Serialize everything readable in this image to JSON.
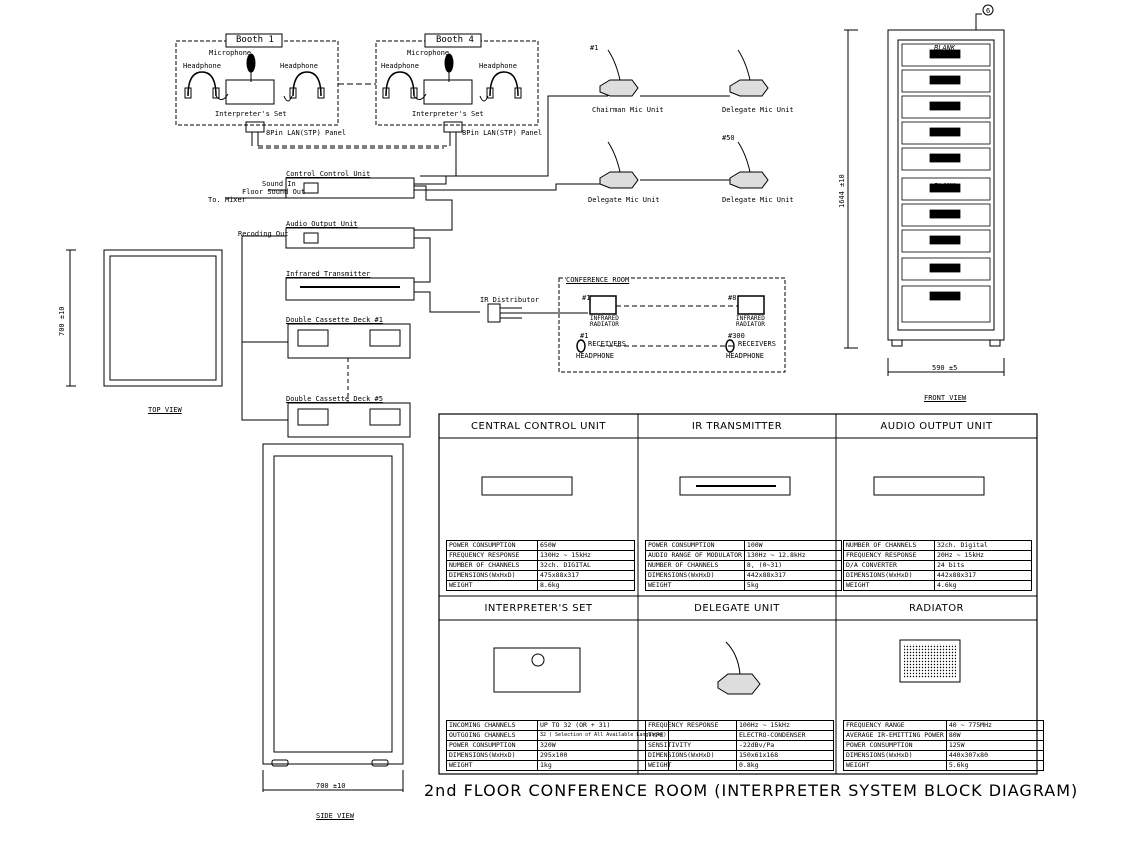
{
  "booths": {
    "booth1": "Booth 1",
    "booth4": "Booth 4",
    "microphone": "Microphone",
    "headphone": "Headphone",
    "interpreters_set": "Interpreter's Set",
    "lan_panel": "8Pin LAN(STP) Panel"
  },
  "units": {
    "control_unit": "Control Control Unit",
    "sound_in": "Sound In",
    "floor_sound_out": "Floor Sound Out",
    "to_mixer": "To. Mixer",
    "audio_output": "Audio Output Unit",
    "recording_out": "Recoding Out",
    "infrared_transmitter": "Infrared Transmitter",
    "cassette1": "Double Cassette Deck #1",
    "cassette5": "Double Cassette Deck #5",
    "ir_distributor": "IR Distributor"
  },
  "mics": {
    "chairman_no": "#1",
    "chairman": "Chairman Mic Unit",
    "delegate_top": "Delegate Mic Unit",
    "delegate_left": "Delegate Mic Unit",
    "delegate_right_no": "#50",
    "delegate_right": "Delegate Mic Unit"
  },
  "conference_room": {
    "label": "CONFERENCE ROOM",
    "r1_no": "#1",
    "r2_no": "#8",
    "radiator": "INFRARED RADIATOR",
    "rx1_no": "#1",
    "rx2_no": "#300",
    "receivers": "RECEIVERS",
    "headphone": "HEADPHONE"
  },
  "rack": {
    "callout": "6",
    "height_dim": "1644 ±10",
    "width_dim": "590 ±5",
    "front_view": "FRONT VIEW",
    "blank": "BLANK"
  },
  "top_view": {
    "dim": "700 ±10",
    "label": "TOP VIEW"
  },
  "side_view": {
    "dim": "700 ±10",
    "label": "SIDE VIEW"
  },
  "specs": [
    {
      "title": "CENTRAL CONTROL UNIT",
      "rows": [
        [
          "POWER CONSUMPTION",
          "650W"
        ],
        [
          "FREQUENCY RESPONSE",
          "130Hz ~ 15kHz"
        ],
        [
          "NUMBER OF CHANNELS",
          "32ch. DIGITAL"
        ],
        [
          "DIMENSIONS(WxHxD)",
          "475x88x317"
        ],
        [
          "WEIGHT",
          "8.6kg"
        ]
      ]
    },
    {
      "title": "IR TRANSMITTER",
      "rows": [
        [
          "POWER CONSUMPTION",
          "100W"
        ],
        [
          "AUDIO RANGE OF MODULATOR",
          "130Hz ~ 12.8kHz"
        ],
        [
          "NUMBER OF CHANNELS",
          "8, (0~31)"
        ],
        [
          "DIMENSIONS(WxHxD)",
          "442x88x317"
        ],
        [
          "WEIGHT",
          "5kg"
        ]
      ]
    },
    {
      "title": "AUDIO OUTPUT UNIT",
      "rows": [
        [
          "NUMBER OF CHANNELS",
          "32ch. Digital"
        ],
        [
          "FREQUENCY RESPONSE",
          "20Hz ~ 15kHz"
        ],
        [
          "D/A CONVERTER",
          "24 bits"
        ],
        [
          "DIMENSIONS(WxHxD)",
          "442x88x317"
        ],
        [
          "WEIGHT",
          "4.6kg"
        ]
      ]
    },
    {
      "title": "INTERPRETER'S SET",
      "rows": [
        [
          "INCOMING CHANNELS",
          "UP TO 32 (OR + 31)"
        ],
        [
          "OUTGOING CHANNELS",
          "32 ( Selection of All Available Languages)"
        ],
        [
          "POWER CONSUMPTION",
          "320W"
        ],
        [
          "DIMENSIONS(WxHxD)",
          "295x100"
        ],
        [
          "WEIGHT",
          "1kg"
        ]
      ]
    },
    {
      "title": "DELEGATE UNIT",
      "rows": [
        [
          "FREQUENCY RESPONSE",
          "100Hz ~ 15kHz"
        ],
        [
          "TYPE",
          "ELECTRO-CONDENSER"
        ],
        [
          "SENSITIVITY",
          "-22dBv/Pa"
        ],
        [
          "DIMENSIONS(WxHxD)",
          "150x61x168"
        ],
        [
          "WEIGHT",
          "0.8kg"
        ]
      ]
    },
    {
      "title": "RADIATOR",
      "rows": [
        [
          "FREQUENCY RANGE",
          "40 ~ 775MHz"
        ],
        [
          "AVERAGE IR-EMITTING POWER",
          "80W"
        ],
        [
          "POWER CONSUMPTION",
          "125W"
        ],
        [
          "DIMENSIONS(WxHxD)",
          "440x307x80"
        ],
        [
          "WEIGHT",
          "5.6kg"
        ]
      ]
    }
  ],
  "caption": "2nd FLOOR CONFERENCE ROOM (INTERPRETER SYSTEM BLOCK DIAGRAM)"
}
